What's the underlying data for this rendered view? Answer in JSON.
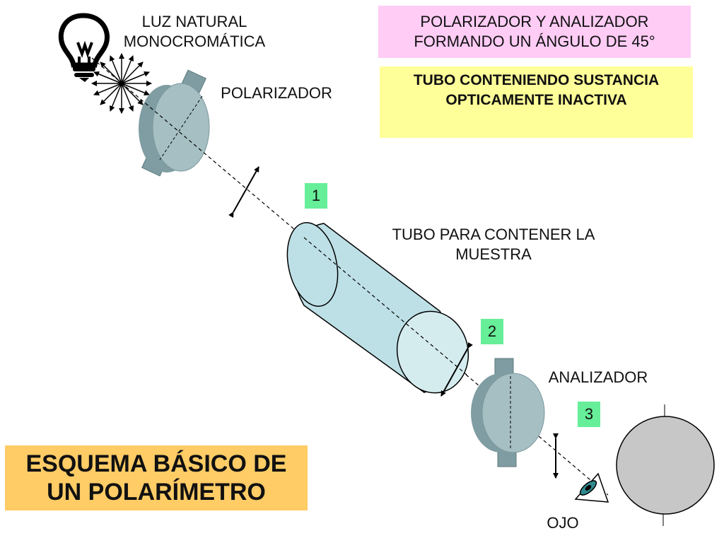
{
  "labels": {
    "light_source": "LUZ NATURAL\nMONOCROMÁTICA",
    "polarizer": "POLARIZADOR",
    "tube": "TUBO PARA CONTENER LA\nMUESTRA",
    "analyzer": "ANALIZADOR",
    "eye": "OJO"
  },
  "info_boxes": {
    "angle_note": "POLARIZADOR Y ANALIZADOR\nFORMANDO UN ÁNGULO DE 45°",
    "substance_note": "TUBO CONTENIENDO SUSTANCIA\nOPTICAMENTE INACTIVA"
  },
  "title": "ESQUEMA BÁSICO DE\nUN POLARÍMETRO",
  "markers": [
    "1",
    "2",
    "3"
  ],
  "colors": {
    "angle_box": "#ffccf5",
    "substance_box": "#ffff99",
    "title_box": "#ffcc66",
    "marker": "#66ee99",
    "tube_body": "#bde0e6",
    "polarizer_body": "#90aeb3",
    "field_of_view": "#c7c7c7"
  },
  "icons": [
    "lightbulb-icon",
    "eye-icon"
  ]
}
